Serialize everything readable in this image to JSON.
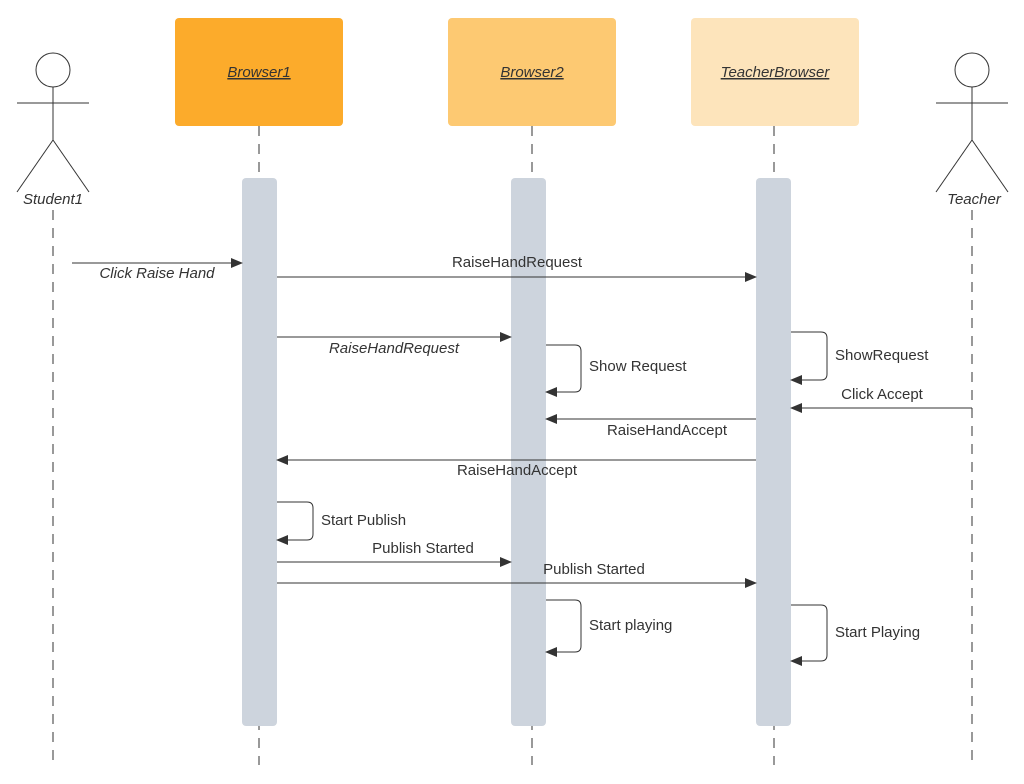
{
  "colors": {
    "browser1": "#fcab2b",
    "browser2": "#fdc972",
    "teacher_browser": "#fde4bb",
    "activation": "#cdd4dd",
    "line": "#333333"
  },
  "actors": {
    "student": {
      "name": "Student1"
    },
    "teacher": {
      "name": "Teacher"
    }
  },
  "participants": {
    "browser1": {
      "name": "Browser1"
    },
    "browser2": {
      "name": "Browser2"
    },
    "teacher_browser": {
      "name": "TeacherBrowser"
    }
  },
  "messages": {
    "m1": {
      "label": "Click Raise Hand"
    },
    "m2": {
      "label": "RaiseHandRequest"
    },
    "m3": {
      "label": "RaiseHandRequest"
    },
    "m4": {
      "label": "Show Request"
    },
    "m5": {
      "label": "ShowRequest"
    },
    "m6": {
      "label": "Click Accept"
    },
    "m7": {
      "label": "RaiseHandAccept"
    },
    "m8": {
      "label": "RaiseHandAccept"
    },
    "m9": {
      "label": "Start Publish"
    },
    "m10": {
      "label": "Publish Started"
    },
    "m11": {
      "label": "Publish Started"
    },
    "m12": {
      "label": "Start playing"
    },
    "m13": {
      "label": "Start Playing"
    }
  }
}
